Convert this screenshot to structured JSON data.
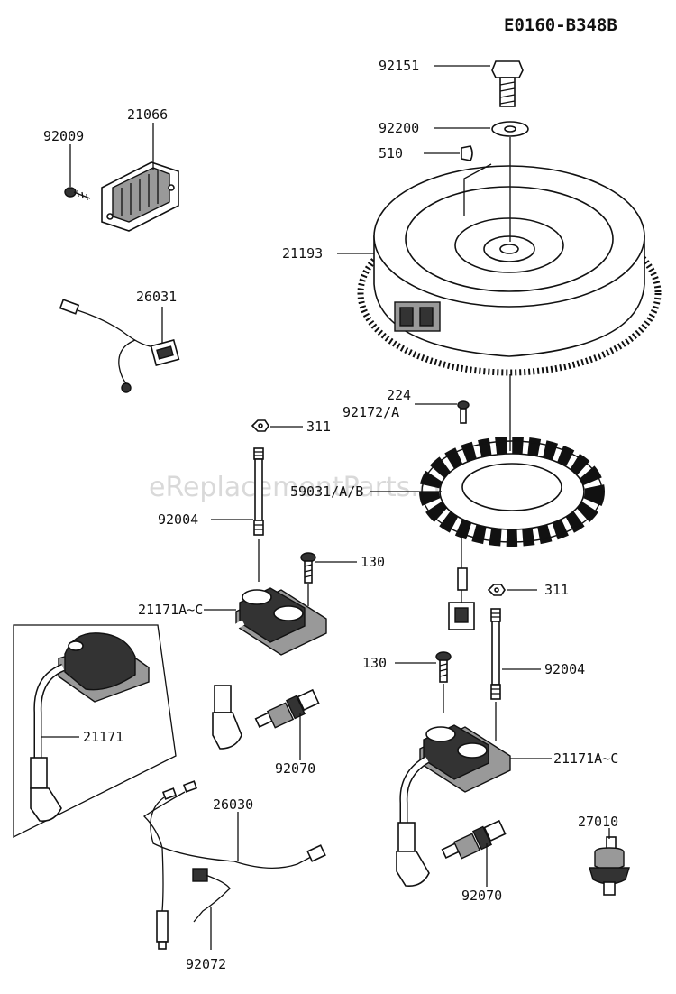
{
  "diagram_code": "E0160-B348B",
  "watermark": "eReplacementParts.com",
  "labels": {
    "p92151": "92151",
    "p92200": "92200",
    "p510": "510",
    "p21193": "21193",
    "p21066": "21066",
    "p92009": "92009",
    "p26031": "26031",
    "p224": "224",
    "p92172": "92172/A",
    "p311a": "311",
    "p59031": "59031/A/B",
    "p92004a": "92004",
    "p130a": "130",
    "p21171ac_a": "21171A~C",
    "p311b": "311",
    "p21171": "21171",
    "p92070a": "92070",
    "p130b": "130",
    "p92004b": "92004",
    "p21171ac_b": "21171A~C",
    "p26030": "26030",
    "p27010": "27010",
    "p92070b": "92070",
    "p92072": "92072"
  }
}
